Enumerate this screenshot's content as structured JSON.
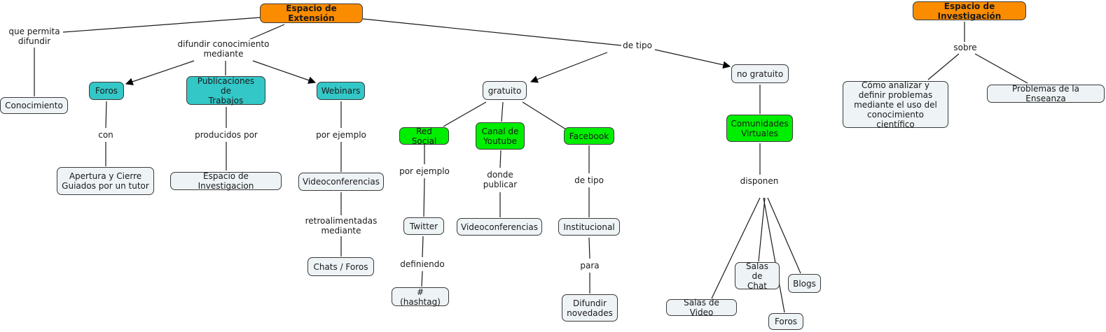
{
  "concept_map": {
    "colors": {
      "root": "#fb8c00",
      "channel": "#33c7c7",
      "platform": "#00ee00",
      "concept": "#eef3f6",
      "line": "#1a1a1a"
    },
    "nodes": {
      "espacio_extension": "Espacio de Extensión",
      "conocimiento": "Conocimiento",
      "foros": "Foros",
      "publicaciones": "Publicaciones de\nTrabajos",
      "webinars": "Webinars",
      "apertura": "Apertura y Cierre\nGuiados por un tutor",
      "espacio_investigacion_sub": "Espacio de Investigacion",
      "videoconferencias_1": "Videoconferencias",
      "chats_foros": "Chats  /  Foros",
      "gratuito": "gratuito",
      "no_gratuito": "no gratuito",
      "red_social": "Red Social",
      "canal_youtube": "Canal de\nYoutube",
      "facebook": "Facebook",
      "twitter": "Twitter",
      "hashtag": "# (hashtag)",
      "videoconferencias_2": "Videoconferencias",
      "institucional": "Institucional",
      "difundir_novedades": "Difundir\nnovedades",
      "comunidades": "Comunidades\nVirtuales",
      "salas_video": "Salas de Video",
      "salas_chat": "Salas de\nChat",
      "foros_2": "Foros",
      "blogs": "Blogs",
      "espacio_investigacion": "Espacio de Investigación",
      "como_analizar": "Cómo analizar y\ndefinir problemas\nmediante el uso del\nconocimiento científico",
      "problemas": "Problemas de la Enseanza"
    },
    "links": {
      "que_permita": "que permita\ndifundir",
      "difundir_mediante": "difundir conocimiento\nmediante",
      "de_tipo_1": "de tipo",
      "con": "con",
      "producidos_por": "producidos por",
      "por_ejemplo_1": "por ejemplo",
      "retroalimentadas": "retroalimentadas\nmediante",
      "por_ejemplo_2": "por ejemplo",
      "donde_publicar": "donde\npublicar",
      "de_tipo_2": "de tipo",
      "definiendo": "definiendo",
      "para": "para",
      "disponen": "disponen",
      "sobre": "sobre"
    }
  }
}
